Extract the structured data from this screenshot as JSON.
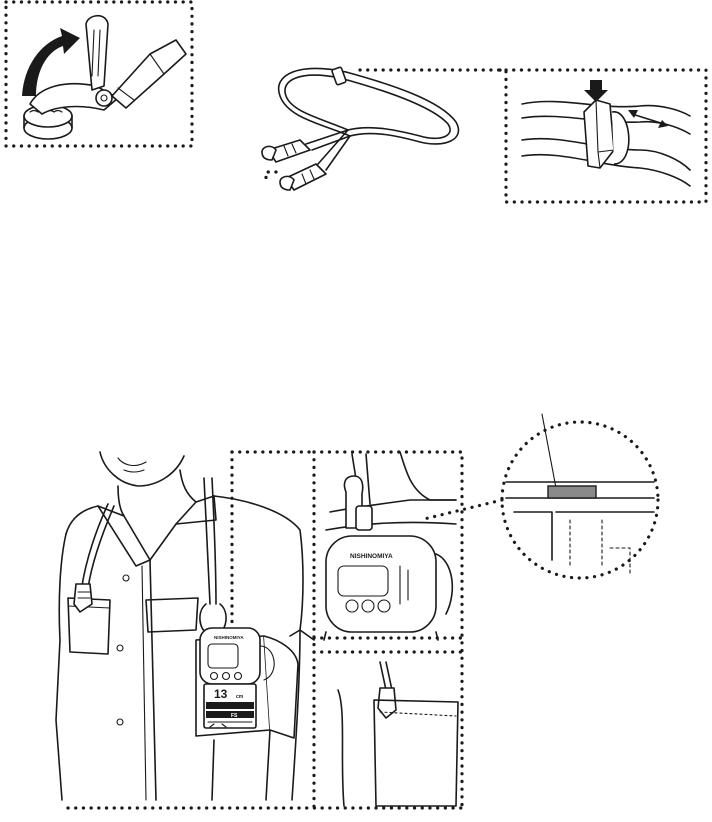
{
  "device": {
    "brand": "NISHINOMIYA",
    "reading": "13",
    "unit": "cm",
    "side_mark": "FS"
  }
}
